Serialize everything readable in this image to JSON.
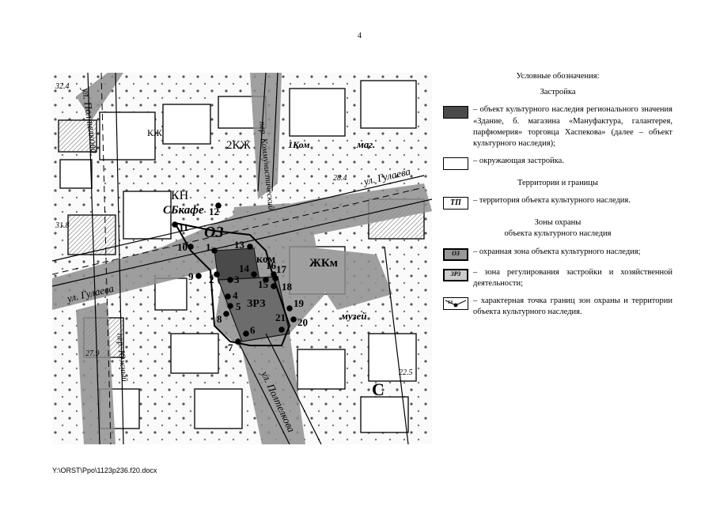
{
  "page_number": "4",
  "map": {
    "zone_label_main": "ОЗ",
    "zone_label_reg": "ЗРЗ",
    "letter_c": "С",
    "streets": [
      "ул. Полтелкова",
      "ул. Гулаева",
      "ул. Гулаева",
      "пер. Коммунистический",
      "пер. Южный",
      "ул. Полтелкова"
    ],
    "place_labels": [
      "СБкафе",
      "КН",
      "КЖ",
      "2КЖ",
      "ЖКм",
      "музей",
      "маг.",
      "ком",
      "1Ком"
    ],
    "heights": [
      "32.4",
      "31.8",
      "28.4",
      "27.9",
      "22.5"
    ],
    "points": [
      "1",
      "2",
      "3",
      "4",
      "5",
      "6",
      "7",
      "8",
      "9",
      "10",
      "11",
      "12",
      "13",
      "14",
      "15",
      "16",
      "17",
      "18",
      "19",
      "20",
      "21"
    ]
  },
  "legend": {
    "title": "Условные обозначения:",
    "section1": "Застройка",
    "item1": "– объект культурного наследия регионального значения «Здание, б. магазина «Мануфактура, галантерея, парфюмерия» торговца Хаспекова» (далее – объект культурного наследия);",
    "item2": "– окружающая застройка.",
    "section2": "Территории и границы",
    "swatch_tp": "ТП",
    "item3": "– территория объекта культурного наследия.",
    "section3_line1": "Зоны охраны",
    "section3_line2": "объекта культурного наследия",
    "swatch_oz": "ОЗ",
    "item4": "– охранная зона объекта культурного наследия;",
    "swatch_zrz": "ЗРЗ",
    "item5": "– зона регулирования застройки и хозяйственной деятельности;",
    "swatch_point": "13",
    "item6": "– характерная точка границ зон охраны и территории объекта культурного наследия."
  },
  "footer": "Y:\\ORST\\Ppo\\1123p236.f20.docx"
}
